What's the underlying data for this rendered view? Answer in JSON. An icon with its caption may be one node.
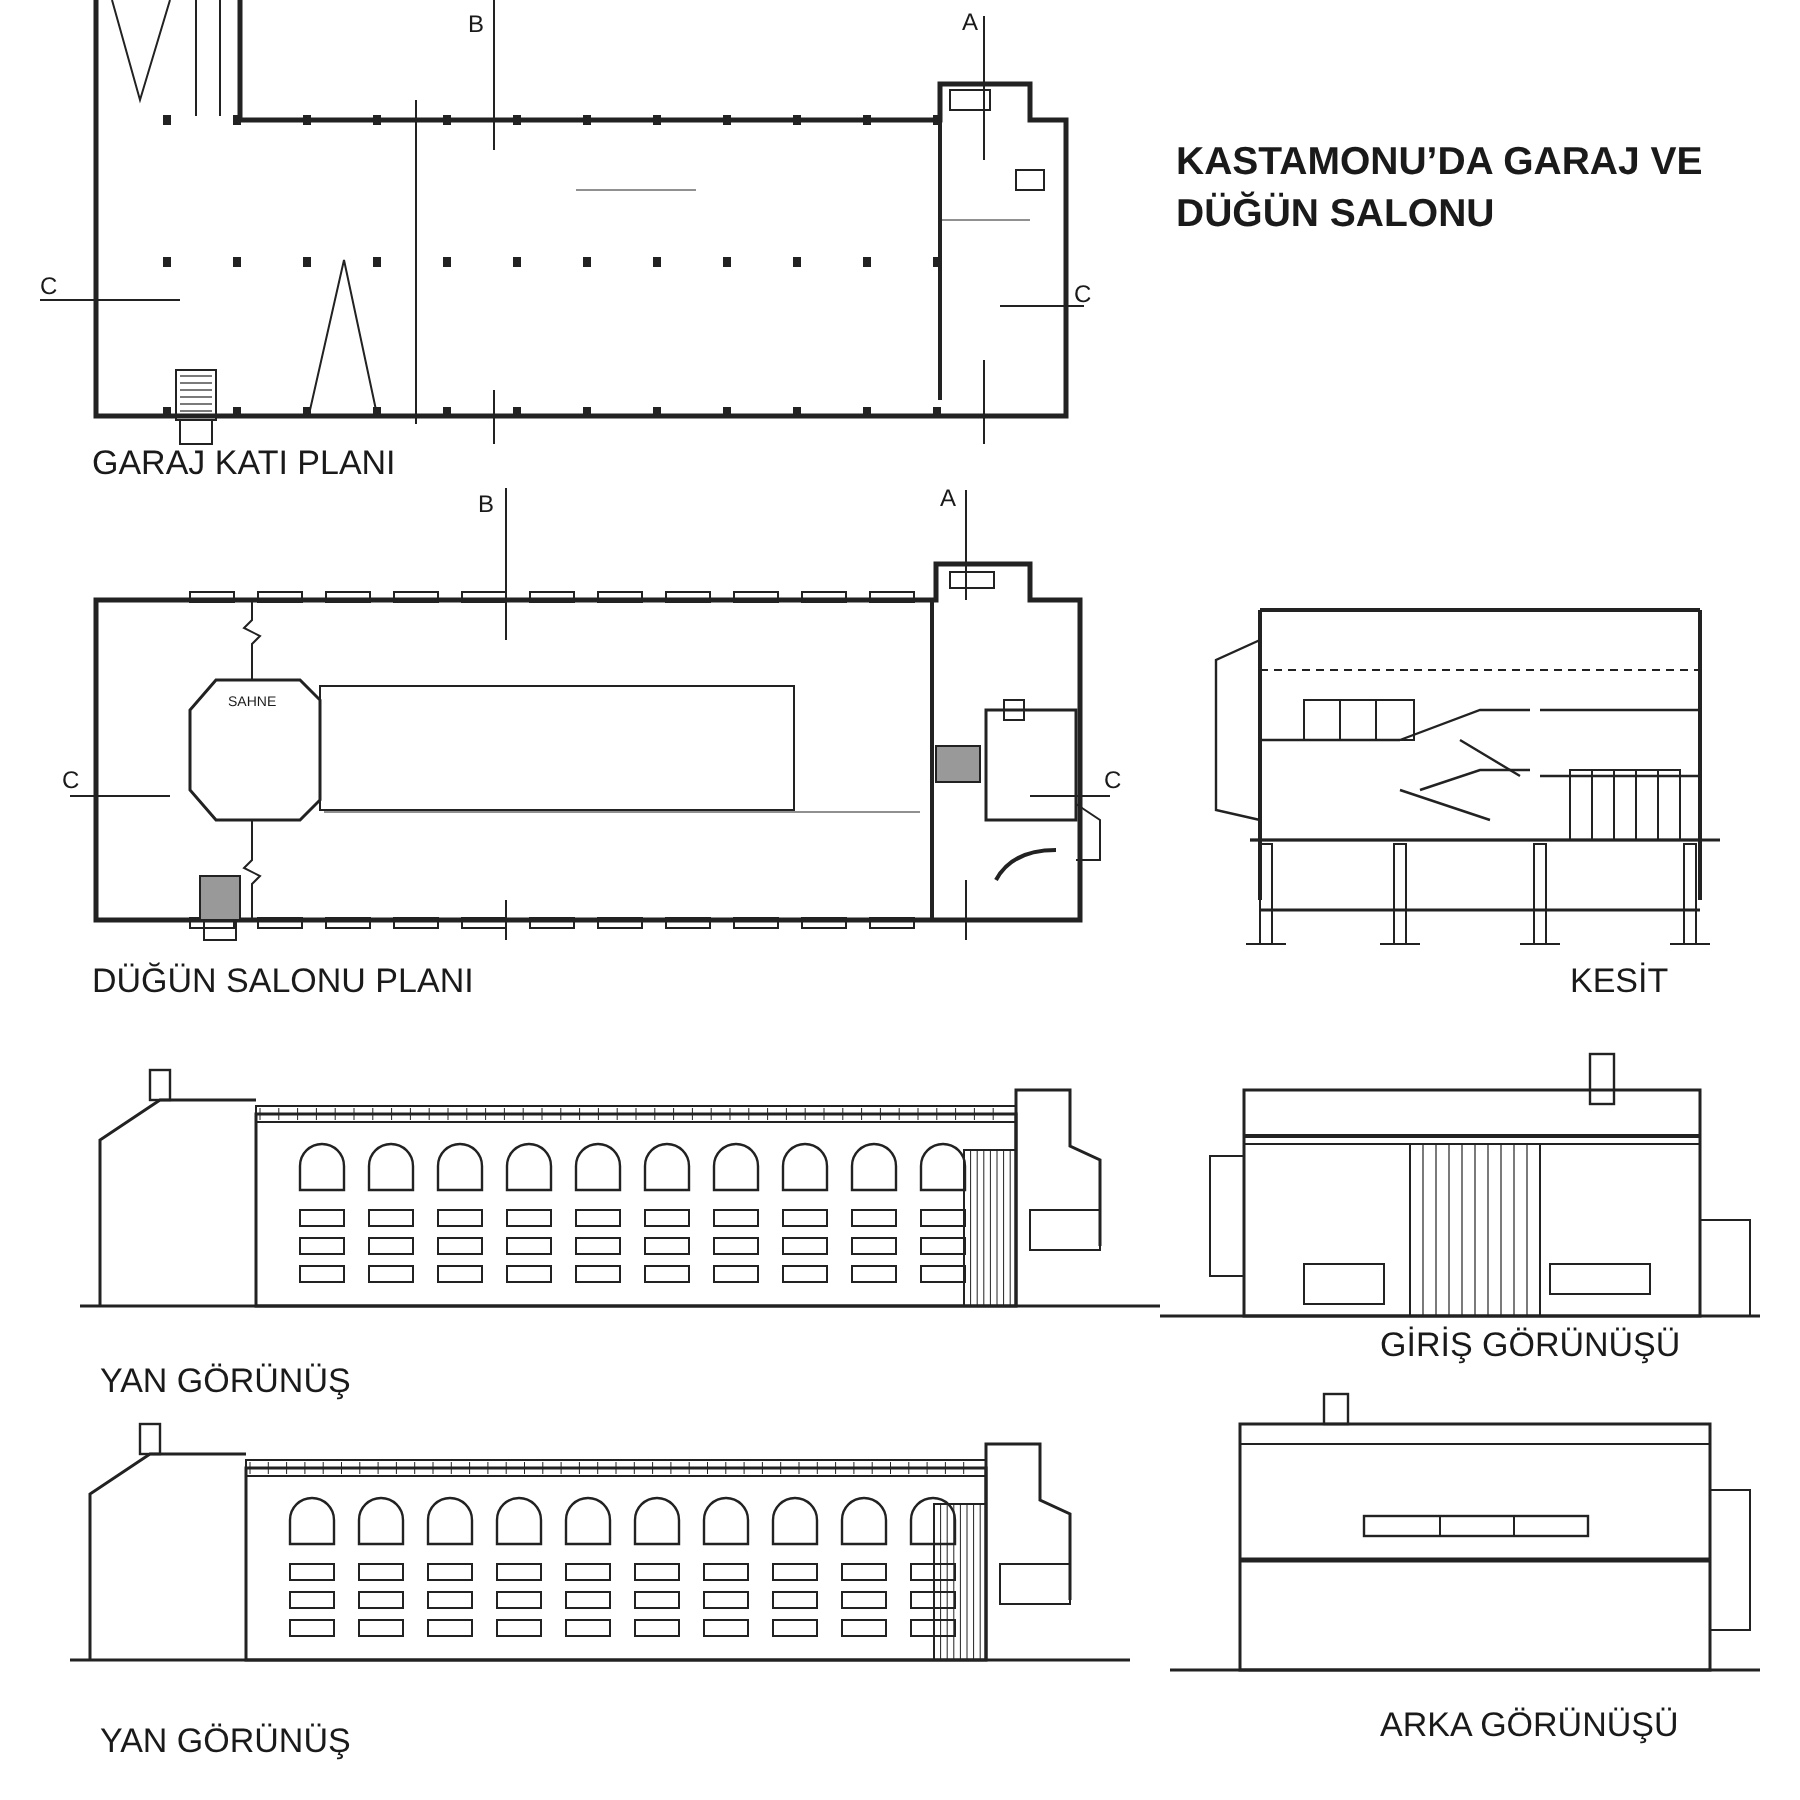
{
  "diagram": {
    "title": "KASTAMONU’DA GARAJ VE DÜĞÜN SALONU",
    "labels": [
      "B",
      "A",
      "C",
      "C",
      "GARAJ KATI PLANI",
      "B",
      "A",
      "SAHNE",
      "C",
      "C",
      "DÜĞÜN SALONU PLANI",
      "KESİT",
      "YAN GÖRÜNÜŞ",
      "GİRİŞ GÖRÜNÜŞÜ",
      "YAN GÖRÜNÜŞ",
      "ARKA GÖRÜNÜŞÜ"
    ]
  }
}
